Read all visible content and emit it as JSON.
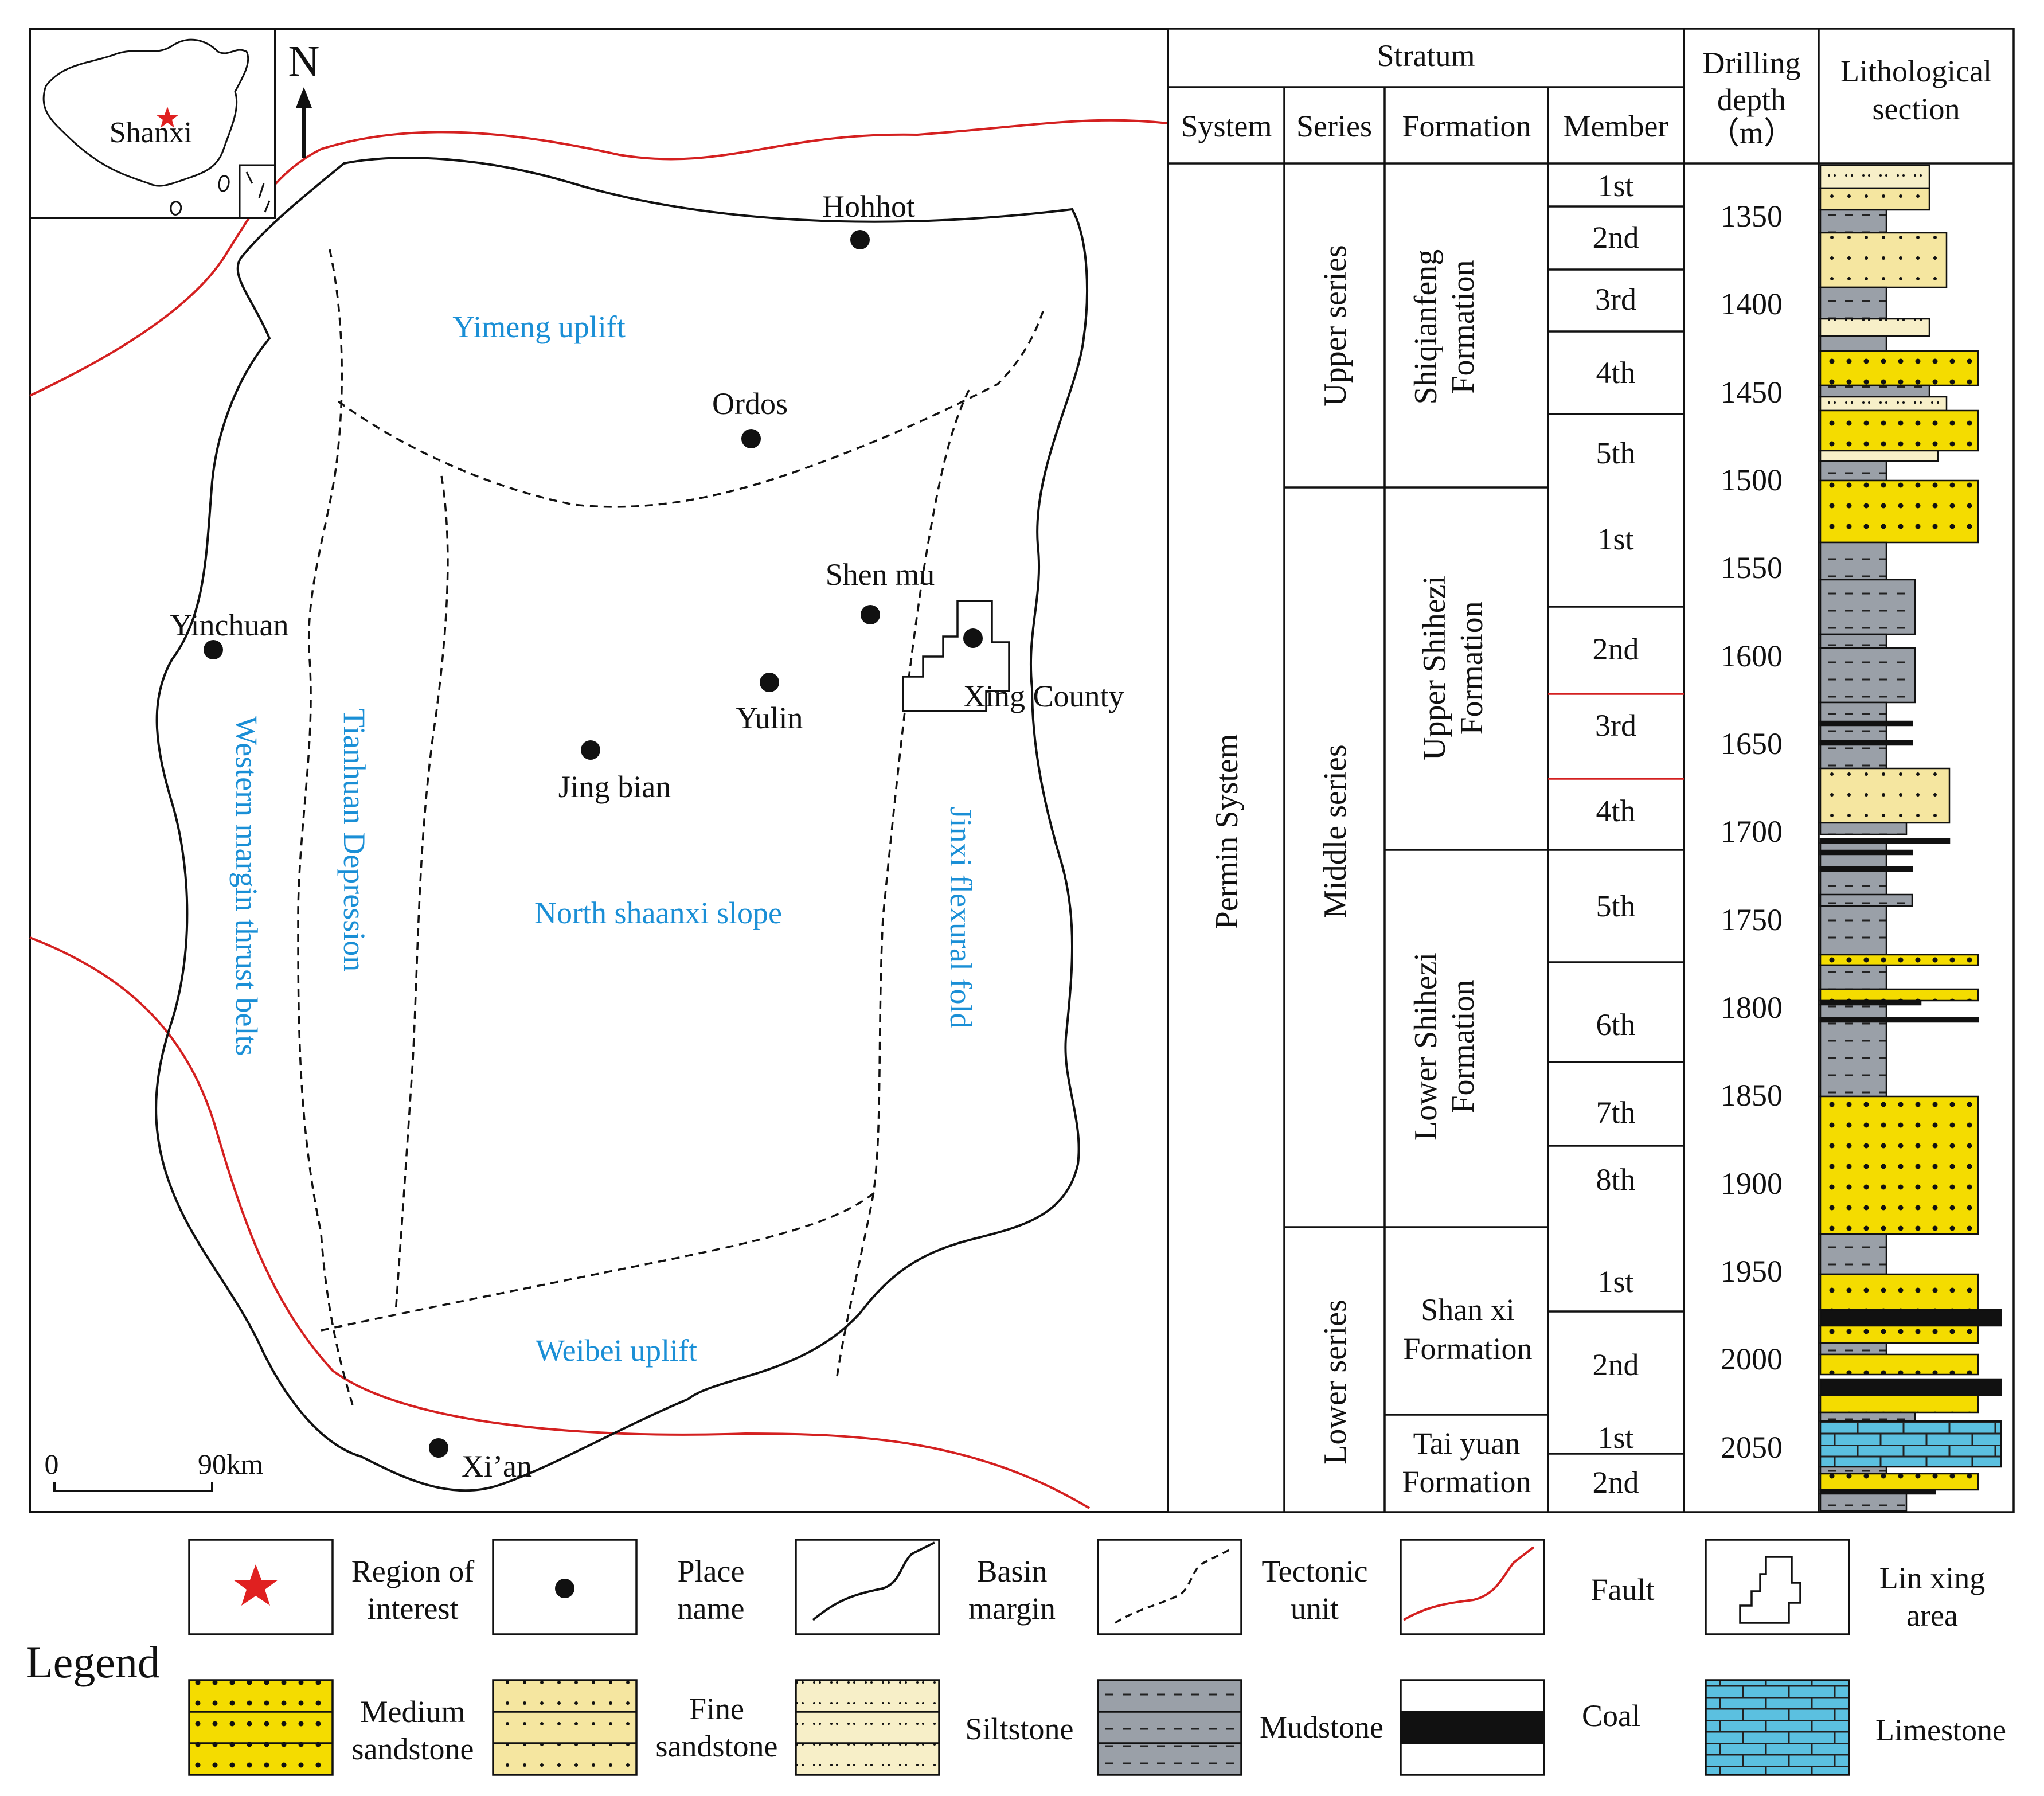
{
  "colors": {
    "line": "#111111",
    "fault": "#d42020",
    "unit_label": "#1a8fd6",
    "star": "#e02020",
    "medium_sandstone": "#f4dc00",
    "fine_sandstone": "#f5e6a0",
    "siltstone": "#f7efc8",
    "mudstone": "#9aa0a8",
    "coal": "#111111",
    "limestone": "#5bc0e0"
  },
  "map": {
    "north": "N",
    "inset_label": "Shanxi",
    "scale_zero": "0",
    "scale_end": "90km",
    "places": [
      "Hohhot",
      "Ordos",
      "Shen mu",
      "Yinchuan",
      "Yulin",
      "Xing County",
      "Jing bian",
      "Xi’an"
    ],
    "units": [
      "Yimeng uplift",
      "Western margin thrust belts",
      "Tianhuan Depression",
      "North shaanxi slope",
      "Jinxi flexural fold",
      "Weibei uplift"
    ]
  },
  "column": {
    "header_stratum": "Stratum",
    "header_system": "System",
    "header_series": "Series",
    "header_formation": "Formation",
    "header_member": "Member",
    "header_depth_1": "Drilling",
    "header_depth_2": "depth",
    "header_depth_3": "（m）",
    "header_litho_1": "Lithological",
    "header_litho_2": "section",
    "system": "Permin System",
    "series": [
      "Upper series",
      "Middle series",
      "Lower series"
    ],
    "formations": [
      [
        "Shiqianfeng",
        "Formation"
      ],
      [
        "Upper Shihezi",
        "Formation"
      ],
      [
        "Lower Shihezi",
        "Formation"
      ],
      [
        "Shan xi",
        "Formation"
      ],
      [
        "Tai yuan",
        "Formation"
      ]
    ],
    "members": [
      "1st",
      "2nd",
      "3rd",
      "4th",
      "5th",
      "1st",
      "2nd",
      "3rd",
      "4th",
      "5th",
      "6th",
      "7th",
      "8th",
      "1st",
      "2nd",
      "1st",
      "2nd"
    ],
    "depth_ticks": [
      "1350",
      "1400",
      "1450",
      "1500",
      "1550",
      "1600",
      "1650",
      "1700",
      "1750",
      "1800",
      "1850",
      "1900",
      "1950",
      "2000",
      "2050"
    ]
  },
  "legend": {
    "title": "Legend",
    "items": [
      [
        "Region of",
        "interest"
      ],
      [
        "Place",
        "name"
      ],
      [
        "Basin",
        "margin"
      ],
      [
        "Tectonic",
        "unit"
      ],
      [
        "Fault"
      ],
      [
        "Lin xing",
        "area"
      ],
      [
        "Medium",
        "sandstone"
      ],
      [
        "Fine",
        "sandstone"
      ],
      [
        "Siltstone"
      ],
      [
        "Mudstone"
      ],
      [
        "Coal"
      ],
      [
        "Limestone"
      ]
    ]
  }
}
